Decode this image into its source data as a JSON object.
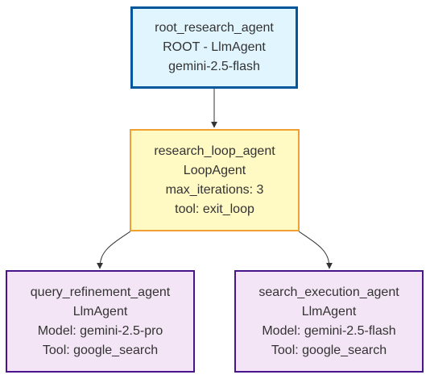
{
  "nodes": {
    "root": {
      "name": "root_research_agent",
      "type": "ROOT - LlmAgent",
      "model": "gemini-2.5-flash"
    },
    "loop": {
      "name": "research_loop_agent",
      "type": "LoopAgent",
      "max_iterations": "max_iterations: 3",
      "tool": "tool: exit_loop"
    },
    "query": {
      "name": "query_refinement_agent",
      "type": "LlmAgent",
      "model": "Model: gemini-2.5-pro",
      "tool": "Tool: google_search"
    },
    "search": {
      "name": "search_execution_agent",
      "type": "LlmAgent",
      "model": "Model: gemini-2.5-flash",
      "tool": "Tool: google_search"
    }
  },
  "colors": {
    "root_fill": "#e1f5fe",
    "root_stroke": "#01579b",
    "loop_fill": "#fff9c4",
    "loop_stroke": "#f0a030",
    "agent_fill": "#f3e5f5",
    "agent_stroke": "#4a148c",
    "edge": "#333333"
  },
  "edges": [
    {
      "from": "root",
      "to": "loop"
    },
    {
      "from": "loop",
      "to": "query"
    },
    {
      "from": "loop",
      "to": "search"
    }
  ]
}
